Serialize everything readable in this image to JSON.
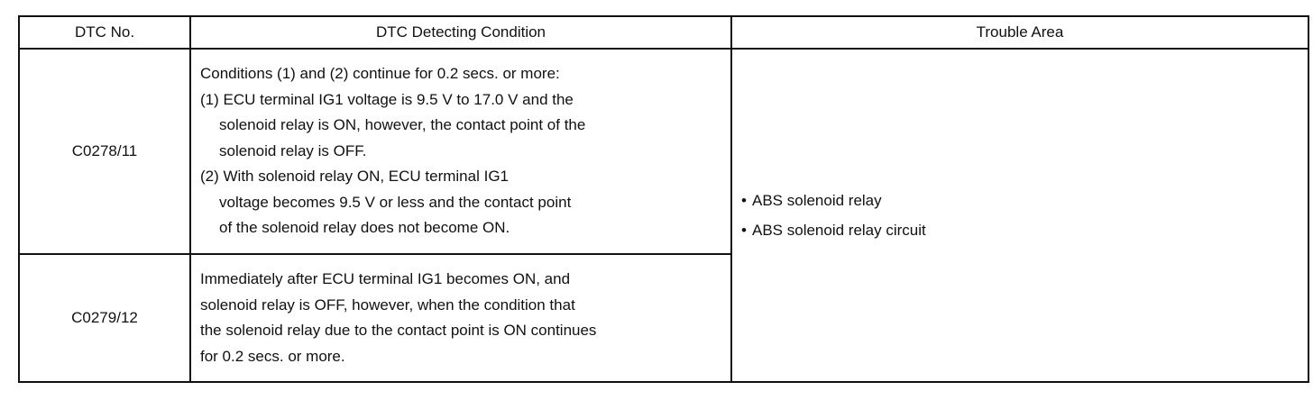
{
  "table": {
    "headers": [
      "DTC No.",
      "DTC Detecting Condition",
      "Trouble Area"
    ],
    "rows": [
      {
        "code": "C0278/11",
        "condition_lines": [
          "Conditions (1) and (2) continue for 0.2 secs. or more:",
          "(1) ECU terminal IG1 voltage is 9.5 V to 17.0 V and the",
          "solenoid relay is ON, however, the contact point of the",
          "solenoid relay is OFF.",
          "(2) With solenoid relay ON, ECU terminal IG1",
          "voltage becomes 9.5 V or less and the contact point",
          "of the solenoid relay does not become ON."
        ]
      },
      {
        "code": "C0279/12",
        "condition_lines": [
          "Immediately after ECU terminal IG1 becomes ON, and",
          "solenoid relay is OFF, however, when the condition that",
          "the solenoid relay due to the contact point is ON continues",
          "for 0.2 secs. or more."
        ]
      }
    ],
    "trouble_area": {
      "bullet": "•",
      "items": [
        "ABS solenoid relay",
        "ABS solenoid relay circuit"
      ]
    }
  }
}
